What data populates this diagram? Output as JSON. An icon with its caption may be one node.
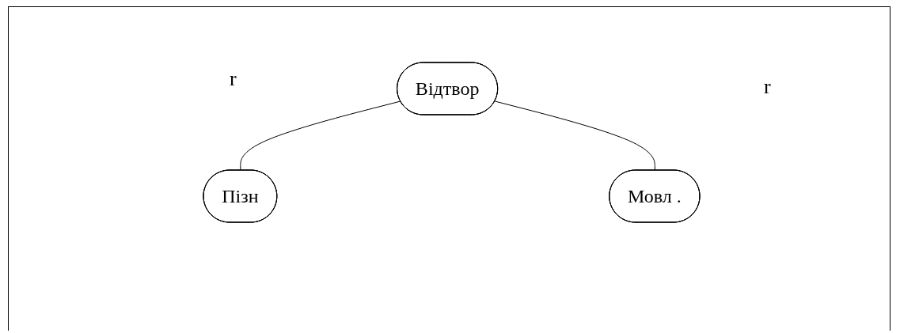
{
  "diagram": {
    "nodes": [
      {
        "text": [
          "Відтвор"
        ]
      },
      {
        "text": [
          "Пізн"
        ]
      },
      {
        "text": [
          "Мовл ."
        ]
      }
    ],
    "edges": [
      {
        "from": 0,
        "to": 1,
        "arrow": "none"
      },
      {
        "from": 0,
        "to": 2,
        "arrow": "none"
      }
    ],
    "labels": [
      "r",
      "r"
    ]
  }
}
